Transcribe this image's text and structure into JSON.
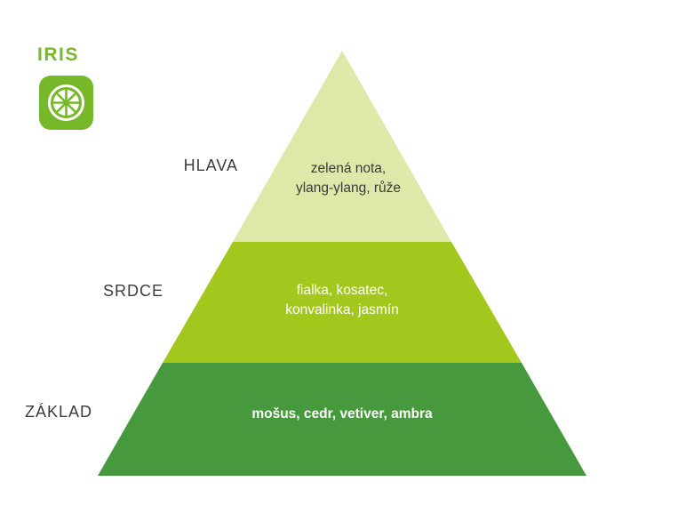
{
  "header": {
    "title": "IRIS",
    "brand_color": "#76b82a"
  },
  "icons": {
    "brand_icon": "lime-slice-icon"
  },
  "pyramid": {
    "levels": [
      {
        "id": "hlava",
        "label": "HLAVA",
        "notes": [
          "zelená nota,",
          "ylang-ylang, růže"
        ],
        "color": "#dde8a9",
        "text_color": "#3c3c3b"
      },
      {
        "id": "srdce",
        "label": "SRDCE",
        "notes": [
          "fialka, kosatec,",
          "konvalinka, jasmín"
        ],
        "color": "#a3c71d",
        "text_color": "#ffffff"
      },
      {
        "id": "zaklad",
        "label": "ZÁKLAD",
        "notes": [
          "mošus, cedr, vetiver, ambra"
        ],
        "color": "#46993c",
        "text_color": "#ffffff"
      }
    ]
  }
}
